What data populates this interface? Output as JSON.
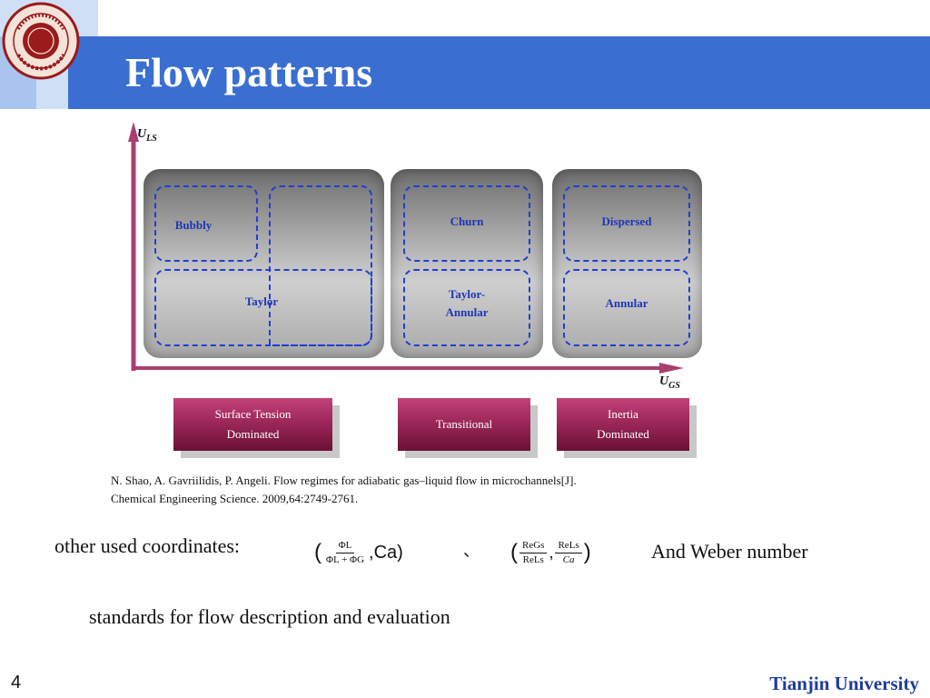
{
  "slide": {
    "title": "Flow patterns",
    "page_number": "4",
    "footer": "Tianjin University",
    "accent_color": "#3a6fd1"
  },
  "logo": {
    "name": "Tianjin University seal",
    "text": "TIANJIN UNIVERSITY (PEIYANG UNIVERSITY) 1895"
  },
  "diagram": {
    "y_axis_label_main": "U",
    "y_axis_label_sub": "LS",
    "x_axis_label_main": "U",
    "x_axis_label_sub": "GS",
    "regions": {
      "bubbly": "Bubbly",
      "taylor": "Taylor",
      "churn": "Churn",
      "taylor_annular_1": "Taylor-",
      "taylor_annular_2": "Annular",
      "dispersed": "Dispersed",
      "annular": "Annular"
    },
    "forces": {
      "surface_1": "Surface Tension",
      "surface_2": "Dominated",
      "transitional": "Transitional",
      "inertia_1": "Inertia",
      "inertia_2": "Dominated"
    },
    "colors": {
      "region_border": "#1f3fd1",
      "force_box": "#a12a5d",
      "axis_arrow": "#a8406f"
    }
  },
  "reference": {
    "line1": "N. Shao, A. Gavriilidis, P. Angeli. Flow regimes for adiabatic gas–liquid flow in microchannels[J].",
    "line2": "Chemical Engineering Science. 2009,64:2749-2761."
  },
  "text": {
    "other_coordinates": "other used coordinates:",
    "separator": "、",
    "weber": "And  Weber number",
    "standards": "standards for flow description and evaluation"
  },
  "formula1": {
    "open": "(",
    "num": "ΦL",
    "den": "ΦL + ΦG",
    "rest": ",Ca)"
  },
  "formula2": {
    "open": "(",
    "num1": "ReGs",
    "den1": "ReLs",
    "comma": ",",
    "num2": "ReLs",
    "den2": "Ca",
    "close": ")"
  }
}
